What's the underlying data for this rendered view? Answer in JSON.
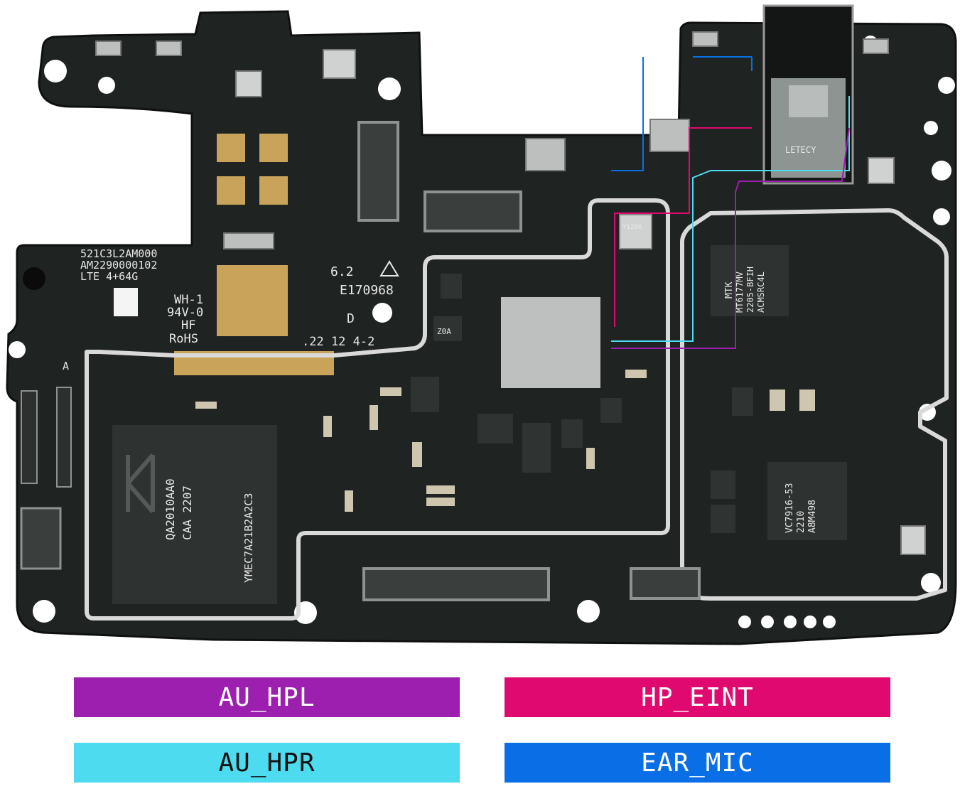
{
  "board": {
    "silkscreen": {
      "code1": "521C3L2AM000",
      "code2": "AM2290000102",
      "code3": "LTE 4+64G",
      "wh": "WH-1",
      "v0": "94V-0",
      "hf": "HF",
      "rohs": "RoHS",
      "ver": "6.2",
      "cert": "E170968",
      "date": ".22 12 4-2",
      "ul_d": "D",
      "corner_a": "A"
    },
    "chips": {
      "memory_line1": "QA2010AA0",
      "memory_line2": "CAA  2207",
      "memory_line3": "YMEC7A21B2A2C3",
      "pmic_line1": "MT6177MV",
      "pmic_line2": "2205-BFIH",
      "pmic_line3": "ACMSRC4L",
      "pmic_brand": "MTK",
      "pa_line1": "VC7916-53",
      "pa_line2": "2210",
      "pa_line3": "A8M498",
      "xtal": "Y1260",
      "audio_jack": "LETECY",
      "small_z0a": "Z0A"
    },
    "colors": {
      "board": "#1f2321",
      "board_dark": "#151816",
      "pad_gold": "#c9a35a",
      "shield": "#d9d9d9",
      "au_hpl": "#9c1fb0",
      "hp_eint": "#e0096f",
      "au_hpr": "#4ddbf0",
      "ear_mic": "#0a6fe6"
    }
  },
  "legend": {
    "au_hpl": "AU_HPL",
    "hp_eint": "HP_EINT",
    "au_hpr": "AU_HPR",
    "ear_mic": "EAR_MIC"
  }
}
